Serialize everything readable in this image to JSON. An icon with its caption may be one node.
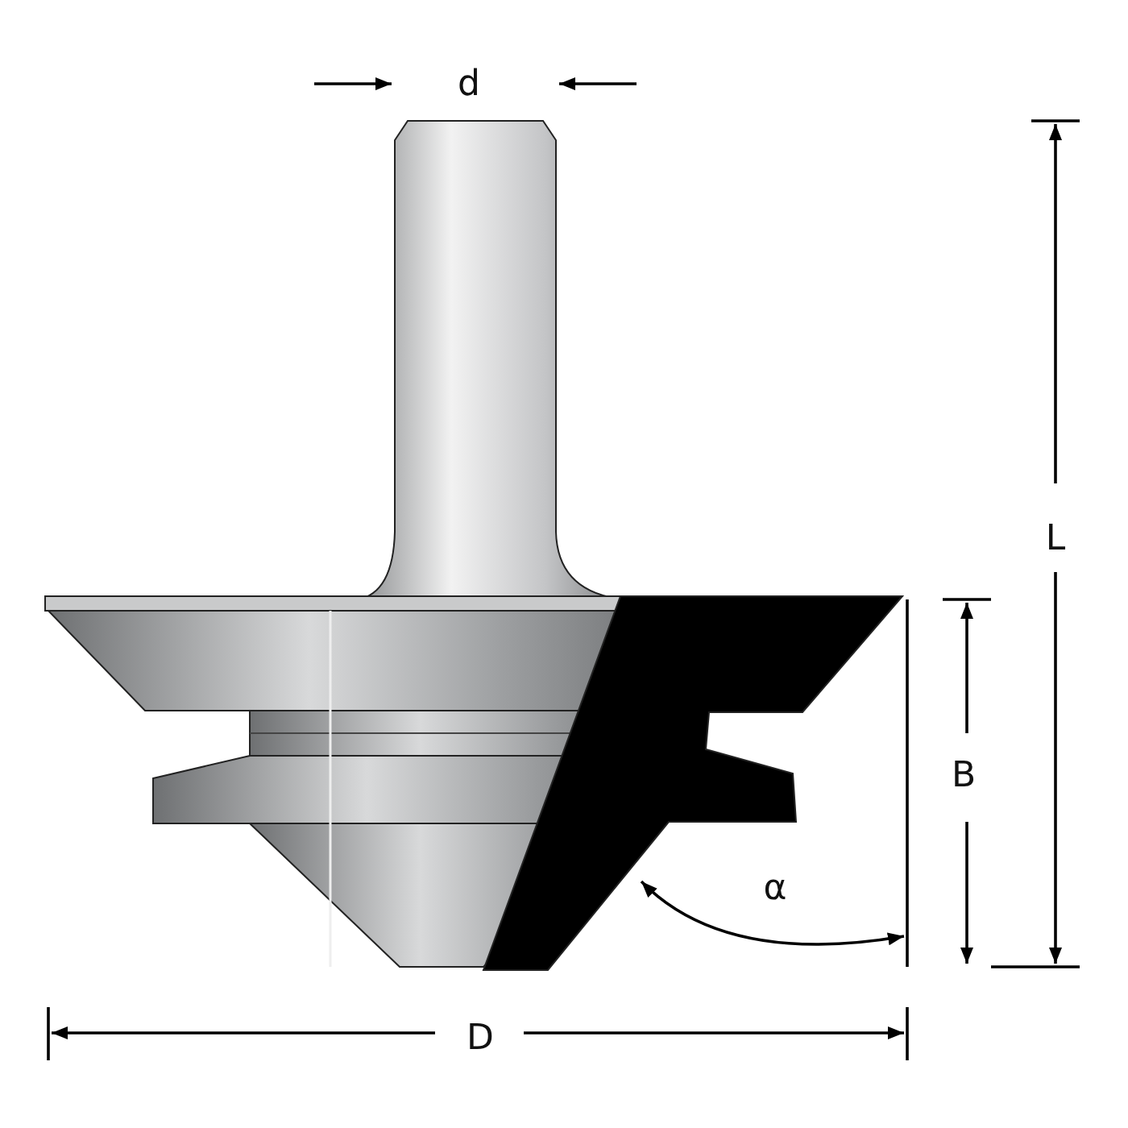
{
  "diagram": {
    "labels": [
      "d",
      "L",
      "B",
      "α",
      "D"
    ]
  }
}
